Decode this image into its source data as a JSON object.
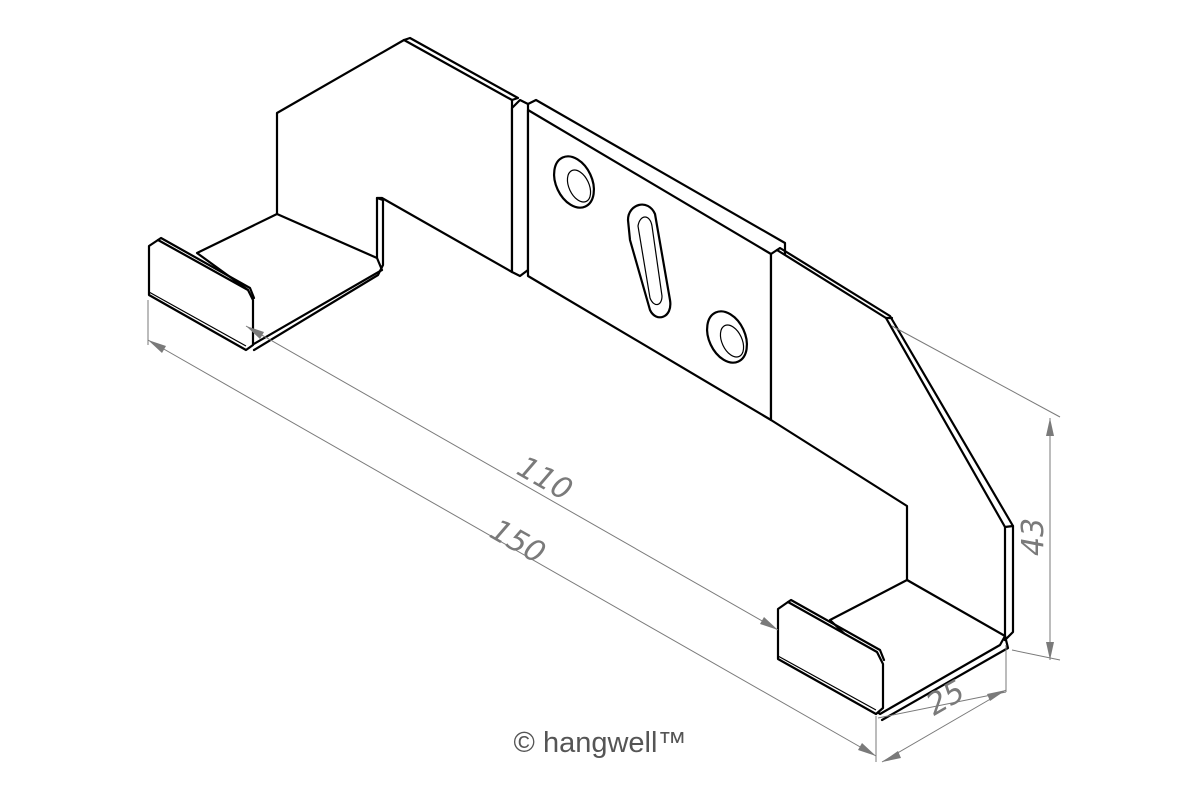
{
  "drawing": {
    "part": "wall bracket (isometric view)",
    "dimensions": [
      {
        "id": "overall-length",
        "text": "150"
      },
      {
        "id": "inner-length",
        "text": "110"
      },
      {
        "id": "height",
        "text": "43"
      },
      {
        "id": "depth",
        "text": "25"
      }
    ],
    "colors": {
      "outline": "#000000",
      "dimension": "#7a7a7a",
      "copyright": "#555555",
      "background": "#ffffff"
    }
  },
  "copyright": "© hangwell™"
}
